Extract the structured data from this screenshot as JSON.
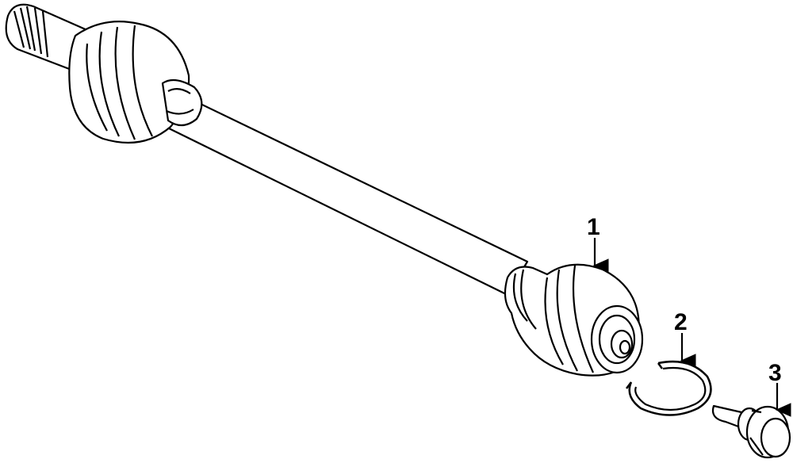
{
  "callouts": [
    {
      "id": "1",
      "label": "1"
    },
    {
      "id": "2",
      "label": "2"
    },
    {
      "id": "3",
      "label": "3"
    }
  ],
  "colors": {
    "line": "#000000",
    "fill": "#ffffff"
  }
}
